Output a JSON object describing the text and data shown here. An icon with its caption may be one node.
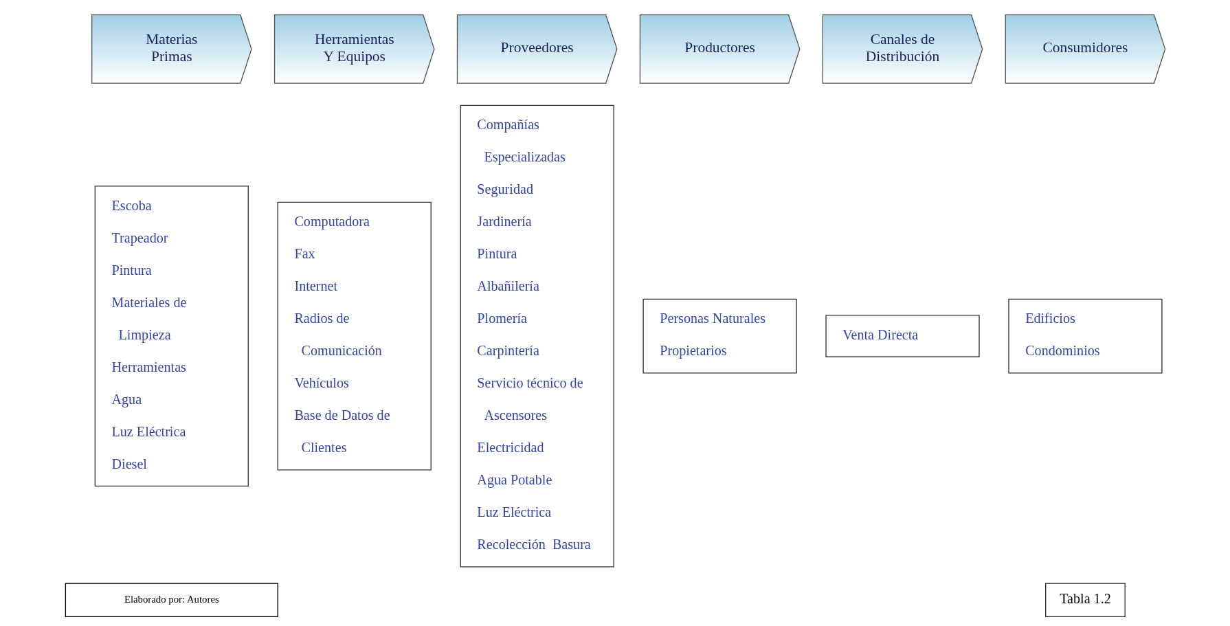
{
  "diagram": {
    "nodes": [
      {
        "text": [
          "Materias Primas"
        ]
      },
      {
        "text": [
          "Herramientas Y Equipos"
        ]
      },
      {
        "text": [
          "Proveedores"
        ]
      },
      {
        "text": [
          "Productores"
        ]
      },
      {
        "text": [
          "Canales de Distribución"
        ]
      },
      {
        "text": [
          "Consumidores"
        ]
      },
      {
        "text": [
          "Escoba",
          "Trapeador",
          "Pintura",
          "Materiales de Limpieza",
          "Herramientas",
          "Agua",
          "Luz Eléctrica",
          "Diesel"
        ]
      },
      {
        "text": [
          "Computadora",
          "Fax",
          "Internet",
          "Radios de Comunicación",
          "Vehículos",
          "Base de Datos de Clientes"
        ]
      },
      {
        "text": [
          "Compañías Especializadas",
          "Seguridad",
          "Jardinería",
          "Pintura",
          "Albañilería",
          "Plomería",
          "Carpintería",
          "Servicio técnico de Ascensores",
          "Electricidad",
          "Agua Potable",
          "Luz Eléctrica",
          "Recolección  Basura"
        ]
      },
      {
        "text": [
          "Personas Naturales",
          "Propietarios"
        ]
      },
      {
        "text": [
          "Venta Directa"
        ]
      },
      {
        "text": [
          "Edificios",
          "Condominios"
        ]
      },
      {
        "text": [
          "Elaborado por: Autores"
        ]
      },
      {
        "text": [
          "Tabla 1.2"
        ]
      }
    ]
  }
}
